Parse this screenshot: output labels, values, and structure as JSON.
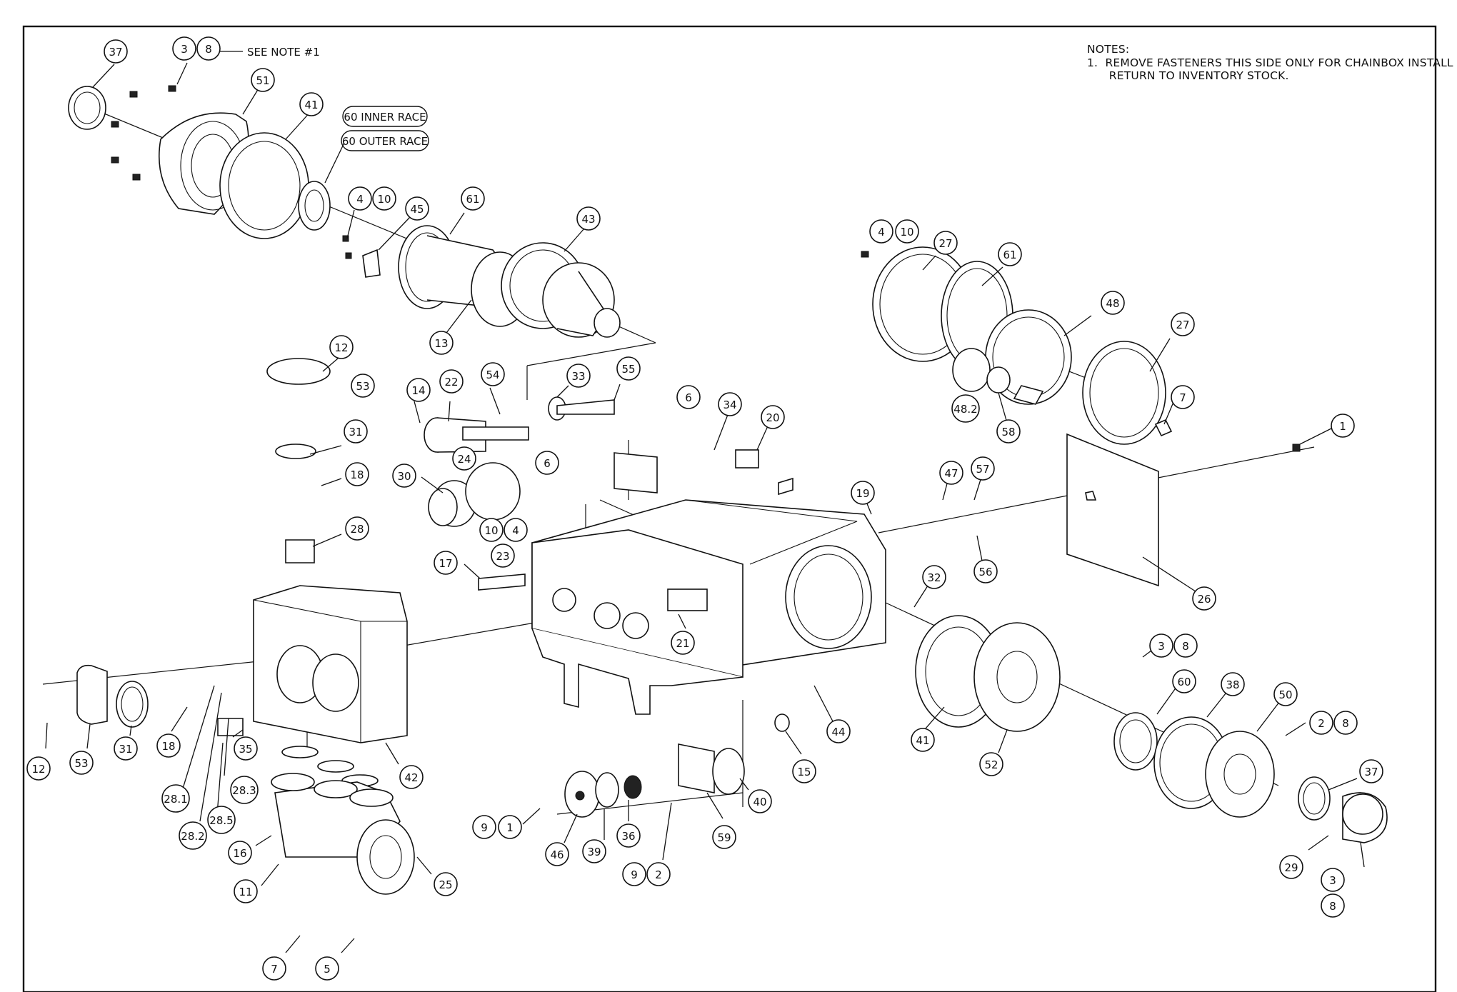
{
  "notes": {
    "heading": "NOTES:",
    "items": [
      "1.  REMOVE FASTENERS THIS SIDE ONLY FOR CHAINBOX INSTALL",
      "      RETURN TO INVENTORY STOCK."
    ]
  },
  "see_note": "SEE NOTE #1",
  "race_labels": {
    "inner": "60 INNER RACE",
    "outer": "60 OUTER RACE"
  },
  "callouts": [
    {
      "id": "c37a",
      "label": "37"
    },
    {
      "id": "c3a",
      "label": "3"
    },
    {
      "id": "c8a",
      "label": "8"
    },
    {
      "id": "c51",
      "label": "51"
    },
    {
      "id": "c41a",
      "label": "41"
    },
    {
      "id": "c4a",
      "label": "4"
    },
    {
      "id": "c10a",
      "label": "10"
    },
    {
      "id": "c45",
      "label": "45"
    },
    {
      "id": "c61a",
      "label": "61"
    },
    {
      "id": "c43",
      "label": "43"
    },
    {
      "id": "c13",
      "label": "13"
    },
    {
      "id": "c4b",
      "label": "4"
    },
    {
      "id": "c10b",
      "label": "10"
    },
    {
      "id": "c27a",
      "label": "27"
    },
    {
      "id": "c61b",
      "label": "61"
    },
    {
      "id": "c48",
      "label": "48"
    },
    {
      "id": "c27b",
      "label": "27"
    },
    {
      "id": "c48_2",
      "label": "48.2"
    },
    {
      "id": "c58",
      "label": "58"
    },
    {
      "id": "c7a",
      "label": "7"
    },
    {
      "id": "c1a",
      "label": "1"
    },
    {
      "id": "c12a",
      "label": "12"
    },
    {
      "id": "c53a",
      "label": "53"
    },
    {
      "id": "c31a",
      "label": "31"
    },
    {
      "id": "c18a",
      "label": "18"
    },
    {
      "id": "c28",
      "label": "28"
    },
    {
      "id": "c14",
      "label": "14"
    },
    {
      "id": "c22",
      "label": "22"
    },
    {
      "id": "c54",
      "label": "54"
    },
    {
      "id": "c33",
      "label": "33"
    },
    {
      "id": "c55",
      "label": "55"
    },
    {
      "id": "c6a",
      "label": "6"
    },
    {
      "id": "c34",
      "label": "34"
    },
    {
      "id": "c20",
      "label": "20"
    },
    {
      "id": "c6b",
      "label": "6"
    },
    {
      "id": "c24",
      "label": "24"
    },
    {
      "id": "c30",
      "label": "30"
    },
    {
      "id": "c10c",
      "label": "10"
    },
    {
      "id": "c4c",
      "label": "4"
    },
    {
      "id": "c23",
      "label": "23"
    },
    {
      "id": "c19",
      "label": "19"
    },
    {
      "id": "c47",
      "label": "47"
    },
    {
      "id": "c57",
      "label": "57"
    },
    {
      "id": "c56",
      "label": "56"
    },
    {
      "id": "c26",
      "label": "26"
    },
    {
      "id": "c17",
      "label": "17"
    },
    {
      "id": "c32",
      "label": "32"
    },
    {
      "id": "c21",
      "label": "21"
    },
    {
      "id": "c3b",
      "label": "3"
    },
    {
      "id": "c8b",
      "label": "8"
    },
    {
      "id": "c60",
      "label": "60"
    },
    {
      "id": "c38",
      "label": "38"
    },
    {
      "id": "c50",
      "label": "50"
    },
    {
      "id": "c2a",
      "label": "2"
    },
    {
      "id": "c8c",
      "label": "8"
    },
    {
      "id": "c37b",
      "label": "37"
    },
    {
      "id": "c41b",
      "label": "41"
    },
    {
      "id": "c52",
      "label": "52"
    },
    {
      "id": "c44",
      "label": "44"
    },
    {
      "id": "c15",
      "label": "15"
    },
    {
      "id": "c29",
      "label": "29"
    },
    {
      "id": "c3c",
      "label": "3"
    },
    {
      "id": "c8d",
      "label": "8"
    },
    {
      "id": "c12b",
      "label": "12"
    },
    {
      "id": "c53b",
      "label": "53"
    },
    {
      "id": "c31b",
      "label": "31"
    },
    {
      "id": "c18b",
      "label": "18"
    },
    {
      "id": "c35",
      "label": "35"
    },
    {
      "id": "c42",
      "label": "42"
    },
    {
      "id": "c28_1",
      "label": "28.1"
    },
    {
      "id": "c28_3",
      "label": "28.3"
    },
    {
      "id": "c28_2",
      "label": "28.2"
    },
    {
      "id": "c28_5",
      "label": "28.5"
    },
    {
      "id": "c16",
      "label": "16"
    },
    {
      "id": "c11",
      "label": "11"
    },
    {
      "id": "c25",
      "label": "25"
    },
    {
      "id": "c7b",
      "label": "7"
    },
    {
      "id": "c5",
      "label": "5"
    },
    {
      "id": "c9a",
      "label": "9"
    },
    {
      "id": "c1b",
      "label": "1"
    },
    {
      "id": "c46",
      "label": "46"
    },
    {
      "id": "c39",
      "label": "39"
    },
    {
      "id": "c36",
      "label": "36"
    },
    {
      "id": "c9b",
      "label": "9"
    },
    {
      "id": "c2b",
      "label": "2"
    },
    {
      "id": "c59",
      "label": "59"
    },
    {
      "id": "c40",
      "label": "40"
    }
  ]
}
